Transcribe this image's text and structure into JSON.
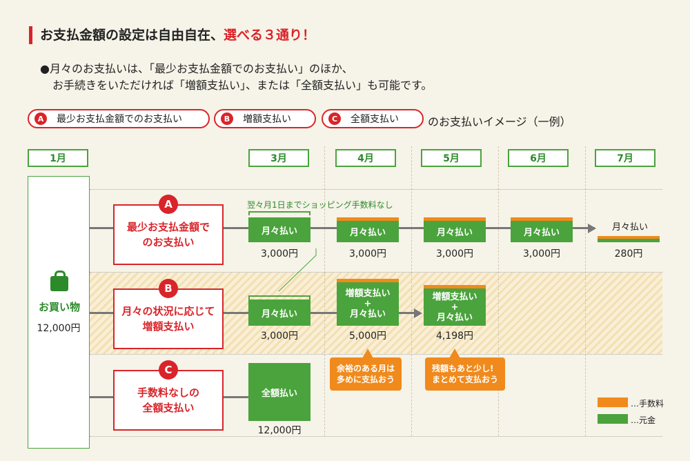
{
  "title": {
    "main": "お支払金額の設定は自由自在、",
    "highlight": "選べる３通り！"
  },
  "intro": {
    "line1": "●月々のお支払いは、「最少お支払金額でのお支払い」のほか、",
    "line2": "お手続きをいただければ「増額支払い」、または「全額支払い」も可能です。"
  },
  "chips": [
    {
      "badge": "A",
      "label": "最少お支払金額でのお支払い"
    },
    {
      "badge": "B",
      "label": "増額支払い"
    },
    {
      "badge": "C",
      "label": "全額支払い"
    }
  ],
  "chip_suffix": "のお支払いイメージ（一例）",
  "months": [
    "1月",
    "3月",
    "4月",
    "5月",
    "6月",
    "7月"
  ],
  "purchase": {
    "label": "お買い物",
    "amount": "12,000円"
  },
  "options": [
    {
      "badge": "A",
      "line1": "最少お支払金額で",
      "line2": "のお支払い"
    },
    {
      "badge": "B",
      "line1": "月々の状況に応じて",
      "line2": "増額支払い"
    },
    {
      "badge": "C",
      "line1": "手数料なしの",
      "line2": "全額支払い"
    }
  ],
  "row_a": {
    "note": "翌々月1日までショッピング手数料なし",
    "payments": [
      {
        "label": "月々払い",
        "amount": "3,000円"
      },
      {
        "label": "月々払い",
        "amount": "3,000円"
      },
      {
        "label": "月々払い",
        "amount": "3,000円"
      },
      {
        "label": "月々払い",
        "amount": "3,000円"
      },
      {
        "label": "月々払い",
        "amount": "280円"
      }
    ]
  },
  "row_b": {
    "payments": [
      {
        "label": "月々払い",
        "amount": "3,000円"
      },
      {
        "label1": "増額支払い",
        "plus": "+",
        "label2": "月々払い",
        "amount": "5,000円"
      },
      {
        "label1": "増額支払い",
        "plus": "+",
        "label2": "月々払い",
        "amount": "4,198円"
      }
    ],
    "callouts": [
      {
        "line1": "余裕のある月は",
        "line2": "多めに支払おう"
      },
      {
        "line1": "残額もあと少し!",
        "line2": "まとめて支払おう"
      }
    ]
  },
  "row_c": {
    "label": "全額払い",
    "amount": "12,000円"
  },
  "legend": [
    {
      "color": "#f08a1c",
      "label": "…手数料"
    },
    {
      "color": "#4aa33c",
      "label": "…元金"
    }
  ],
  "colors": {
    "accent_red": "#d9242a",
    "green": "#4aa33c",
    "orange": "#f08a1c"
  }
}
